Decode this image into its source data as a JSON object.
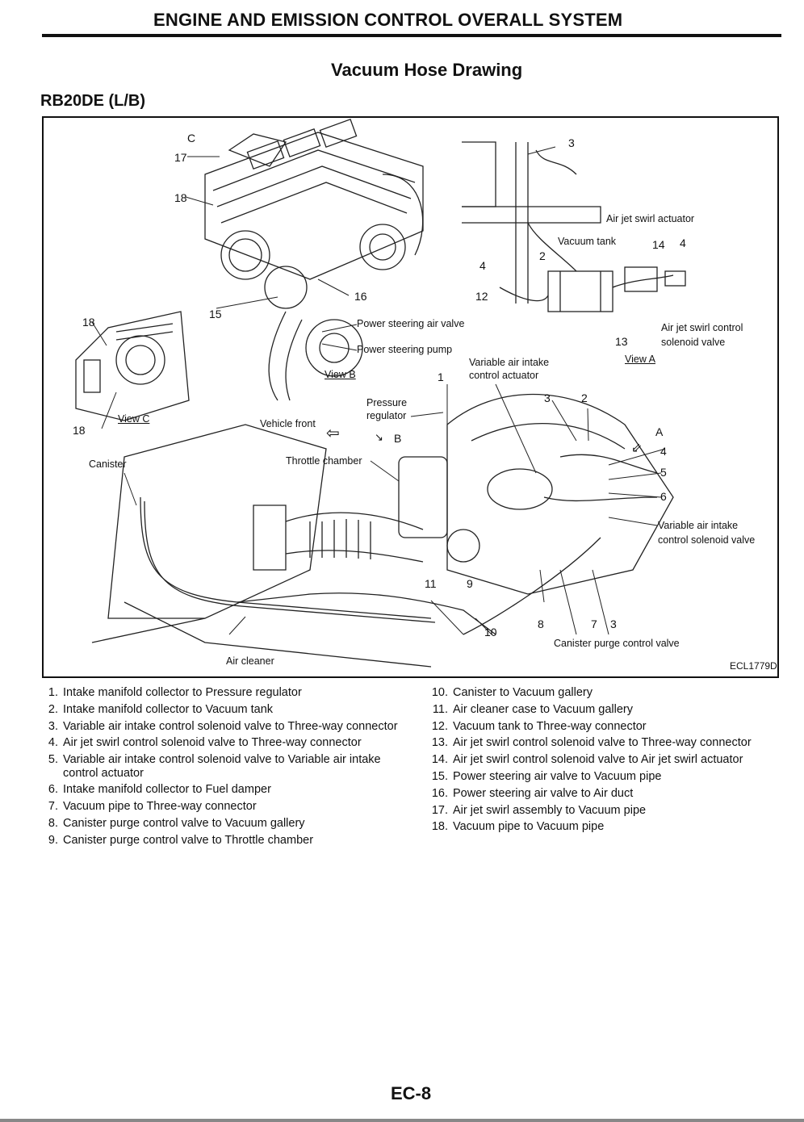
{
  "header": {
    "section_title": "ENGINE AND EMISSION CONTROL OVERALL SYSTEM"
  },
  "page_title": "Vacuum Hose Drawing",
  "model": "RB20DE (L/B)",
  "figure": {
    "ref_code": "ECL1779D",
    "labels": {
      "c": "C",
      "n17": "17",
      "n18a": "18",
      "n3a": "3",
      "air_jet_swirl_actuator": "Air jet swirl actuator",
      "vacuum_tank": "Vacuum tank",
      "n14": "14",
      "n4a": "4",
      "n4b": "4",
      "n2a": "2",
      "n16": "16",
      "n12": "12",
      "n15": "15",
      "n18b": "18",
      "power_steering_air_valve": "Power steering air valve",
      "power_steering_pump": "Power steering pump",
      "air_jet_swirl_control_1": "Air jet swirl control",
      "air_jet_swirl_control_2": "solenoid valve",
      "n13": "13",
      "view_a": "View A",
      "view_b": "View B",
      "n1": "1",
      "var_air_intake_ctrl_1": "Variable air intake",
      "var_air_intake_ctrl_2": "control actuator",
      "pressure_1": "Pressure",
      "pressure_2": "regulator",
      "n3b": "3",
      "n2b": "2",
      "view_c": "View C",
      "n18c": "18",
      "vehicle_front": "Vehicle front",
      "b": "B",
      "a": "A",
      "n4c": "4",
      "n5": "5",
      "canister": "Canister",
      "throttle_chamber": "Throttle chamber",
      "n6": "6",
      "var_solenoid_1": "Variable air intake",
      "var_solenoid_2": "control solenoid valve",
      "n11": "11",
      "n9": "9",
      "n10": "10",
      "n8": "8",
      "n7": "7",
      "n3c": "3",
      "canister_purge": "Canister purge control valve",
      "air_cleaner": "Air cleaner"
    }
  },
  "legend_left": [
    {
      "n": "1.",
      "t": "Intake manifold collector to Pressure regulator"
    },
    {
      "n": "2.",
      "t": "Intake manifold collector to Vacuum tank"
    },
    {
      "n": "3.",
      "t": "Variable air intake control solenoid valve to Three-way connector"
    },
    {
      "n": "4.",
      "t": "Air jet swirl control solenoid valve to Three-way connector"
    },
    {
      "n": "5.",
      "t": "Variable air intake control solenoid valve to Variable air intake control actuator"
    },
    {
      "n": "6.",
      "t": "Intake manifold collector to Fuel damper"
    },
    {
      "n": "7.",
      "t": "Vacuum pipe to Three-way connector"
    },
    {
      "n": "8.",
      "t": "Canister purge control valve to Vacuum gallery"
    },
    {
      "n": "9.",
      "t": "Canister purge control valve to Throttle chamber"
    }
  ],
  "legend_right": [
    {
      "n": "10.",
      "t": "Canister to Vacuum gallery"
    },
    {
      "n": "11.",
      "t": "Air cleaner case to Vacuum gallery"
    },
    {
      "n": "12.",
      "t": "Vacuum tank to Three-way connector"
    },
    {
      "n": "13.",
      "t": "Air jet swirl control solenoid valve to Three-way connector"
    },
    {
      "n": "14.",
      "t": "Air jet swirl control solenoid valve to Air jet swirl actuator"
    },
    {
      "n": "15.",
      "t": "Power steering air valve to Vacuum pipe"
    },
    {
      "n": "16.",
      "t": "Power steering air valve to Air duct"
    },
    {
      "n": "17.",
      "t": "Air jet swirl assembly to Vacuum pipe"
    },
    {
      "n": "18.",
      "t": "Vacuum pipe to Vacuum pipe"
    }
  ],
  "footer": {
    "page_number": "EC-8"
  }
}
